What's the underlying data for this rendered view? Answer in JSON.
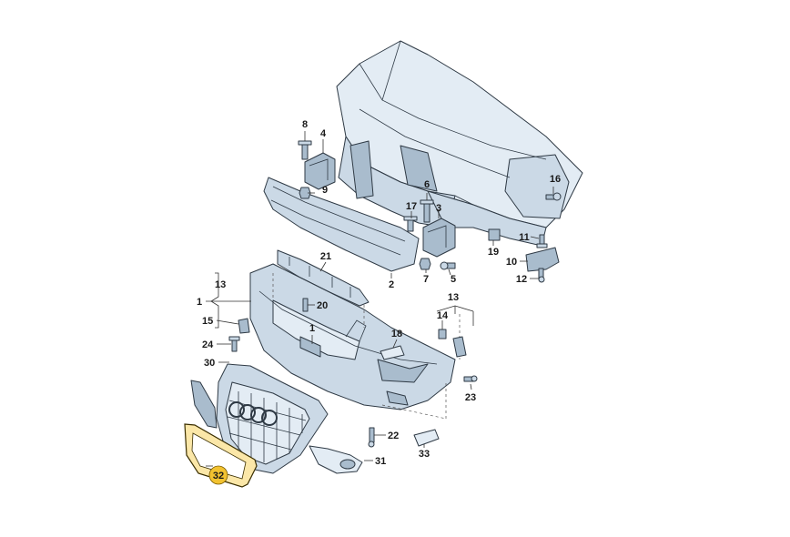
{
  "labels": {
    "p1": "1",
    "p1b": "1",
    "p2": "2",
    "p3": "3",
    "p4": "4",
    "p5": "5",
    "p6": "6",
    "p7": "7",
    "p8": "8",
    "p9": "9",
    "p10": "10",
    "p11": "11",
    "p12": "12",
    "p13": "13",
    "p13b": "13",
    "p14": "14",
    "p15": "15",
    "p16": "16",
    "p17": "17",
    "p18": "18",
    "p19": "19",
    "p20": "20",
    "p21": "21",
    "p22": "22",
    "p23": "23",
    "p24": "24",
    "p30": "30",
    "p31": "31",
    "p32": "32",
    "p33": "33"
  },
  "colors": {
    "part_fill": "#cbd9e6",
    "outline": "#2f3a45",
    "highlight_part": "#fbe7a8",
    "highlight_badge": "#f2c230"
  }
}
